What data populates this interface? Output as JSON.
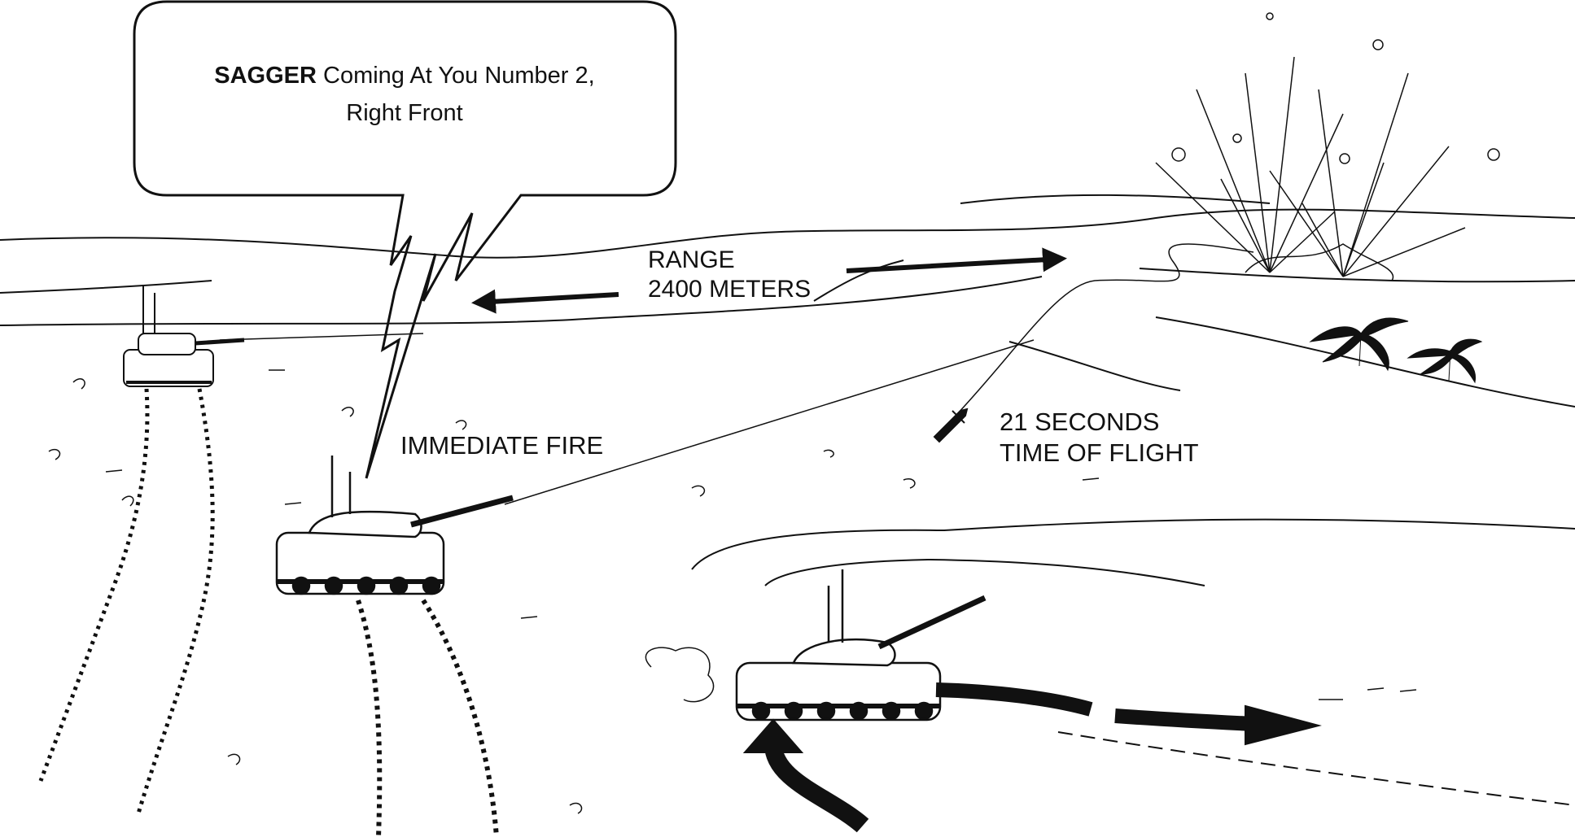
{
  "callout": {
    "emphasis": "SAGGER",
    "line1_rest": " Coming At You Number 2,",
    "line2": "Right Front"
  },
  "labels": {
    "range_line1": "RANGE",
    "range_line2": "2400 METERS",
    "immediate_fire": "IMMEDIATE FIRE",
    "tof_line1": "21 SECONDS",
    "tof_line2": "TIME OF FLIGHT"
  },
  "colors": {
    "ink": "#111111",
    "paper": "#ffffff"
  },
  "icons": [
    "speech-bubble",
    "tank",
    "missile",
    "explosion",
    "palm-tree",
    "double-arrow",
    "maneuver-arrow"
  ]
}
